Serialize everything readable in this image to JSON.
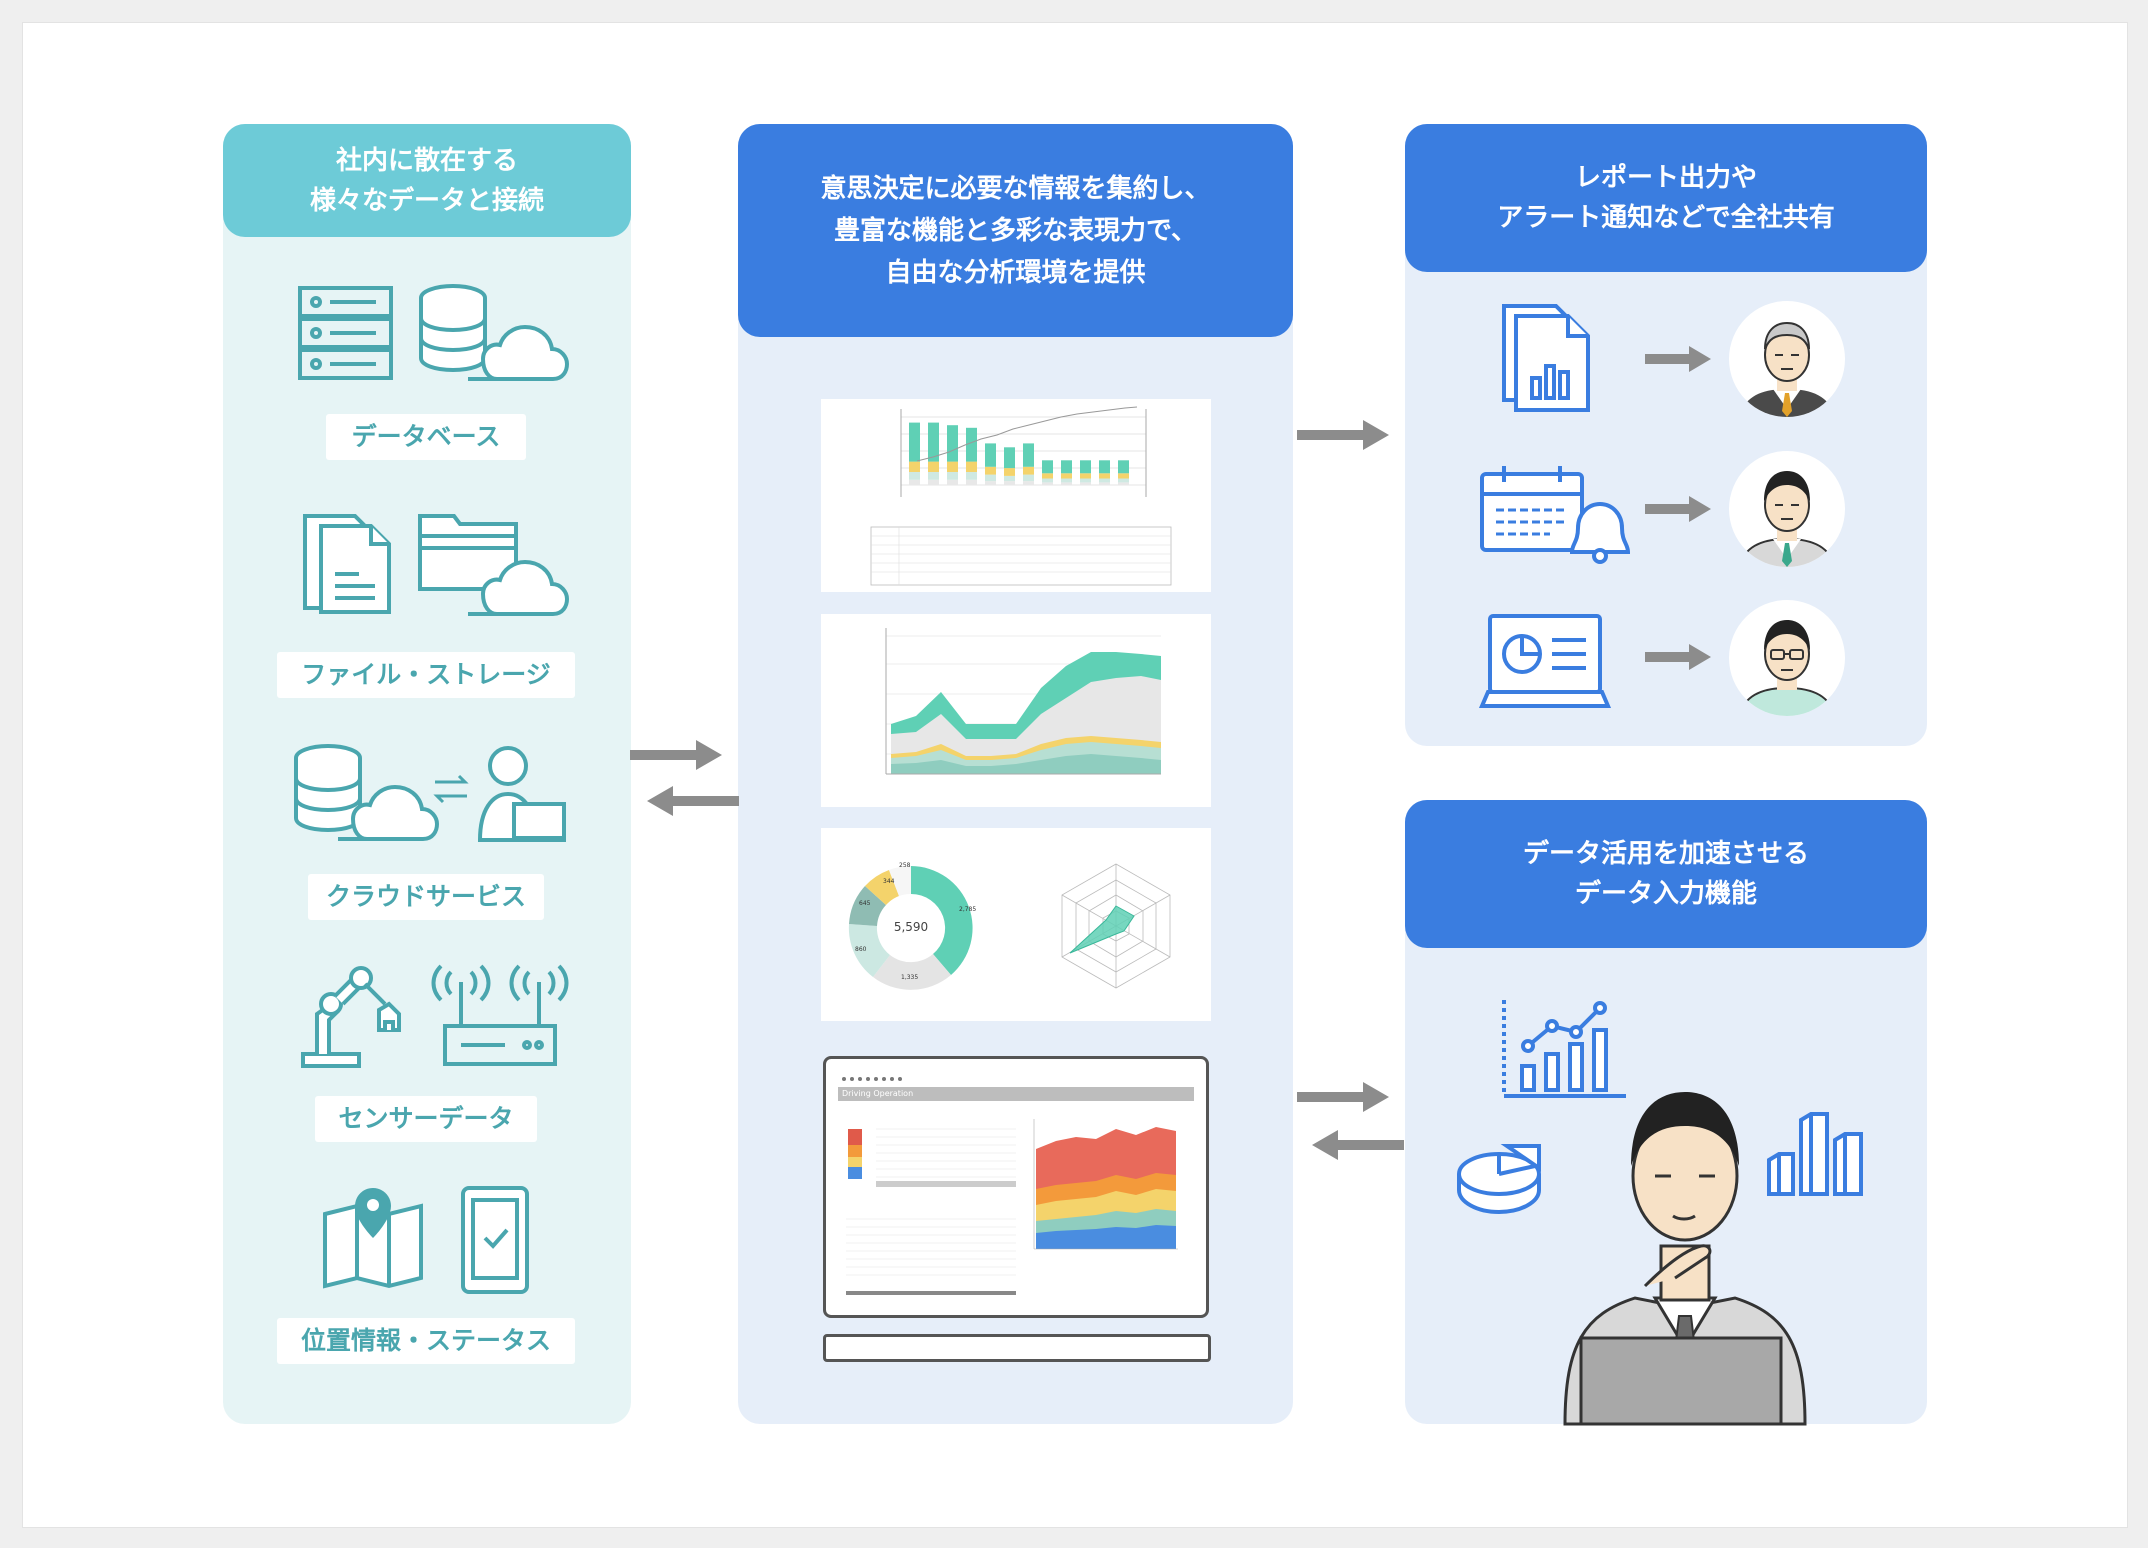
{
  "left": {
    "header_lines": [
      "社内に散在する",
      "様々なデータと接続"
    ],
    "items": [
      {
        "label": "データベース"
      },
      {
        "label": "ファイル・ストレージ"
      },
      {
        "label": "クラウドサービス"
      },
      {
        "label": "センサーデータ"
      },
      {
        "label": "位置情報・ステータス"
      }
    ]
  },
  "middle": {
    "header_lines": [
      "意思決定に必要な情報を集約し、",
      "豊富な機能と多彩な表現力で、",
      "自由な分析環境を提供"
    ],
    "donut_total": "5,590",
    "donut_values": [
      "2,785",
      "1,335",
      "860",
      "645",
      "344",
      "258"
    ],
    "laptop_title": "Driving Operation"
  },
  "right_top": {
    "header_lines": [
      "レポート出力や",
      "アラート通知などで全社共有"
    ]
  },
  "right_bottom": {
    "header_lines": [
      "データ活用を加速させる",
      "データ入力機能"
    ]
  },
  "colors": {
    "teal": "#6dcbd7",
    "blue": "#3a7de0",
    "icon_teal": "#4aa6ae",
    "icon_blue": "#3a7de0",
    "arrow_gray": "#8c8c8c"
  }
}
